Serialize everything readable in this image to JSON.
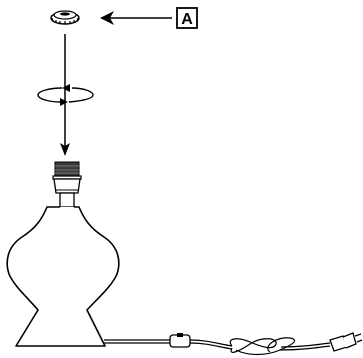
{
  "diagram": {
    "part_label": "A",
    "parts": [
      "locking-ring",
      "lamp-socket",
      "lamp-base",
      "power-cord",
      "inline-switch",
      "plug"
    ],
    "instruction": "rotate-and-lower",
    "colors": {
      "stroke": "#000000",
      "fill": "#ffffff",
      "socket_fill": "#d9d9d9"
    }
  }
}
